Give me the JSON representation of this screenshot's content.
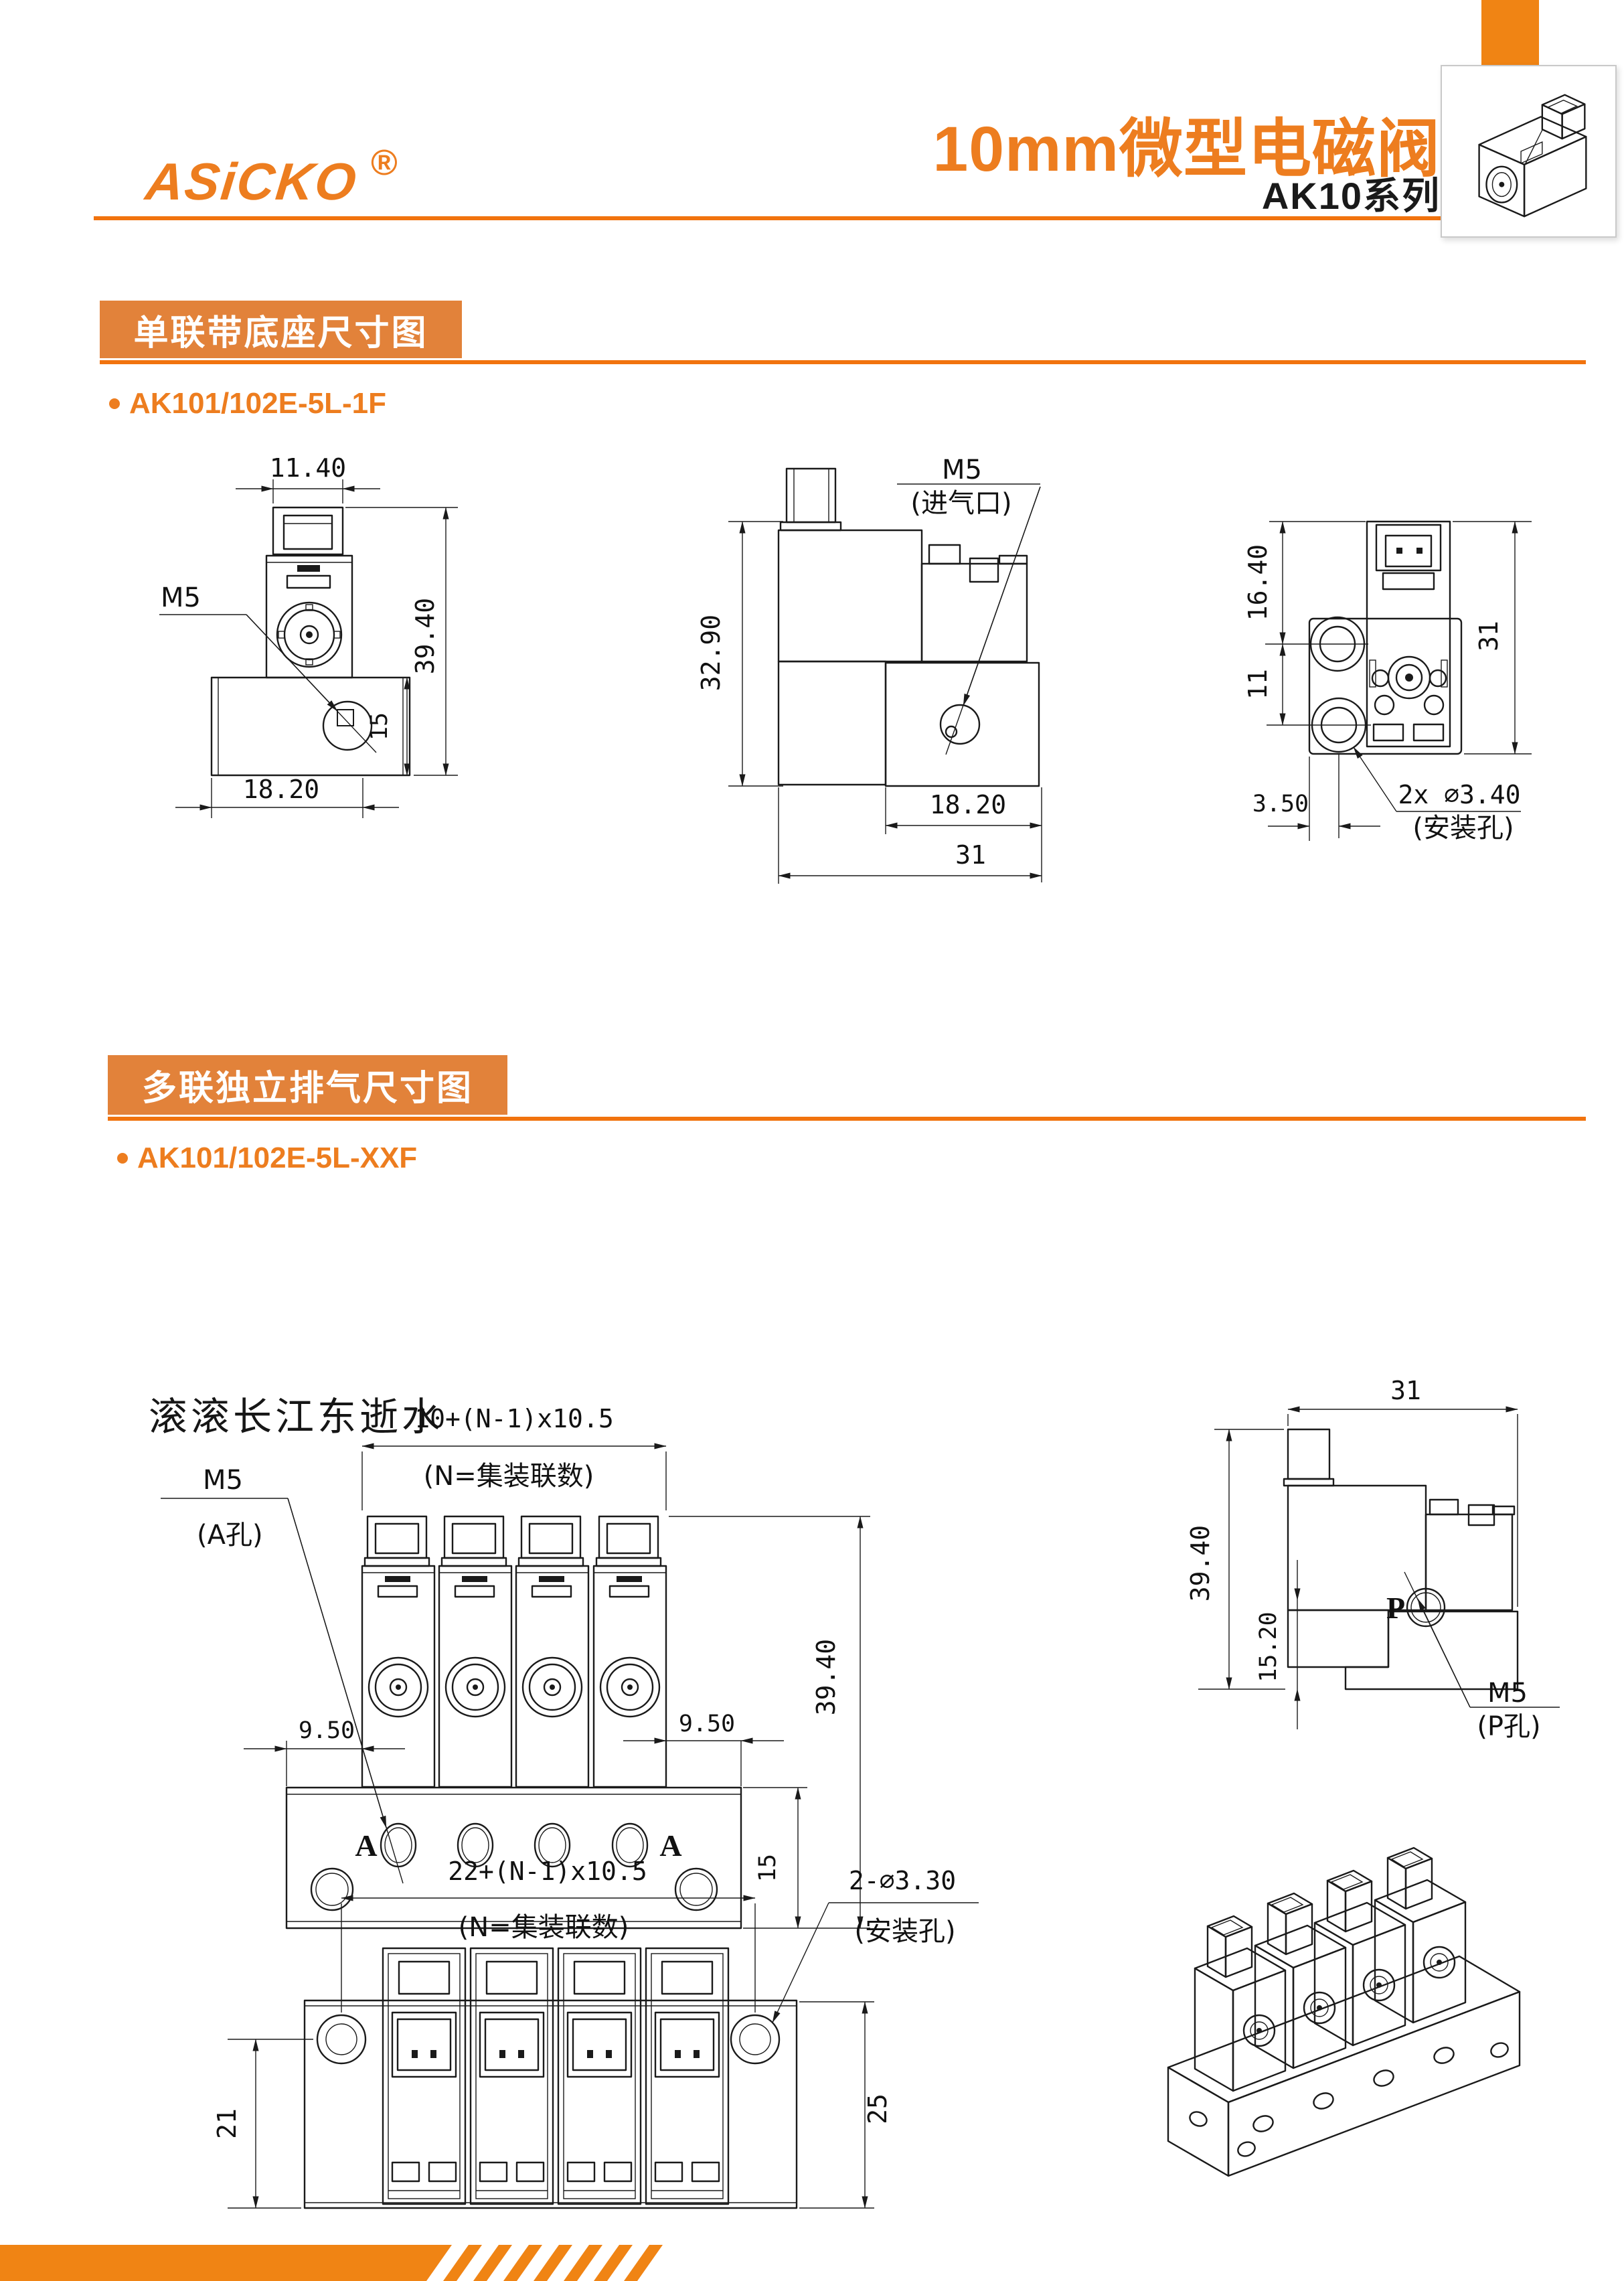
{
  "colors": {
    "accent": "#ED7D1F",
    "box": "#E2823A",
    "rule": "#F1730E",
    "footer": "#F08414",
    "draw": "#1a1a1a"
  },
  "header": {
    "logo_text": "ASiCKO",
    "registered_mark": "®",
    "title": "10mm微型电磁阀",
    "series": "AK10系列"
  },
  "section_single": {
    "heading": "单联带底座尺寸图",
    "model": "AK101/102E-5L-1F",
    "front_view": {
      "dim_width": "11.40",
      "port_label": "M5",
      "dim_total_height": "39.40",
      "dim_base_height": "15",
      "dim_base_width": "18.20"
    },
    "side_view": {
      "port_label": "M5",
      "port_note": "(进气口)",
      "dim_height": "32.90",
      "dim_depth_inner": "18.20",
      "dim_depth": "31"
    },
    "back_view": {
      "dim_top": "16.40",
      "dim_hole_pitch": "11",
      "dim_edge": "3.50",
      "dim_height": "31",
      "mount_label": "2x ∅3.40",
      "mount_note": "(安装孔)"
    }
  },
  "section_multi": {
    "heading": "多联独立排气尺寸图",
    "model": "AK101/102E-5L-XXF",
    "watermark": "滚滚长江东逝水",
    "front_view": {
      "port_label": "M5",
      "port_note": "(A孔)",
      "dim_pitch": "10+(N-1)x10.5",
      "pitch_note": "(N=集装联数)",
      "dim_offset_left": "9.50",
      "dim_offset_right": "9.50",
      "dim_total_height": "39.40",
      "dim_base_height": "15",
      "label_a_left": "A",
      "label_a_right": "A"
    },
    "side_view": {
      "dim_depth": "31",
      "dim_height": "39.40",
      "dim_p_height": "15.20",
      "label_p": "P",
      "port_label": "M5",
      "port_note": "(P孔)"
    },
    "top_view": {
      "dim_pitch": "22+(N-1)x10.5",
      "pitch_note": "(N=集装联数)",
      "mount_label": "2-∅3.30",
      "mount_note": "(安装孔)",
      "dim_left": "21",
      "dim_right": "25"
    }
  }
}
